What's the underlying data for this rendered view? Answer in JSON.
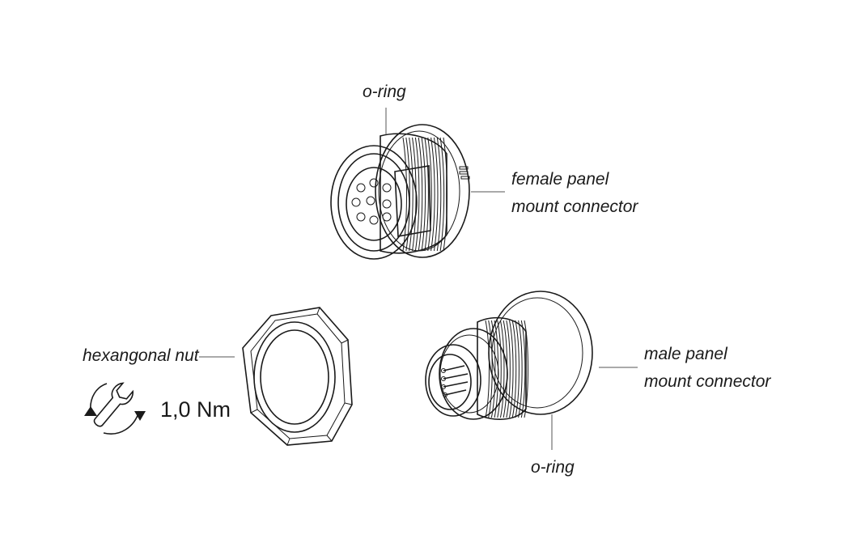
{
  "labels": {
    "oring_top": "o-ring",
    "female_line1": "female panel",
    "female_line2": "mount connector",
    "nut": "hexangonal nut",
    "male_line1": "male panel",
    "male_line2": "mount connector",
    "oring_bottom": "o-ring"
  },
  "torque": {
    "value": "1,0 Nm",
    "icon": "wrench-rotate-icon"
  },
  "colors": {
    "line": "#1a1a1a",
    "background": "#ffffff"
  }
}
